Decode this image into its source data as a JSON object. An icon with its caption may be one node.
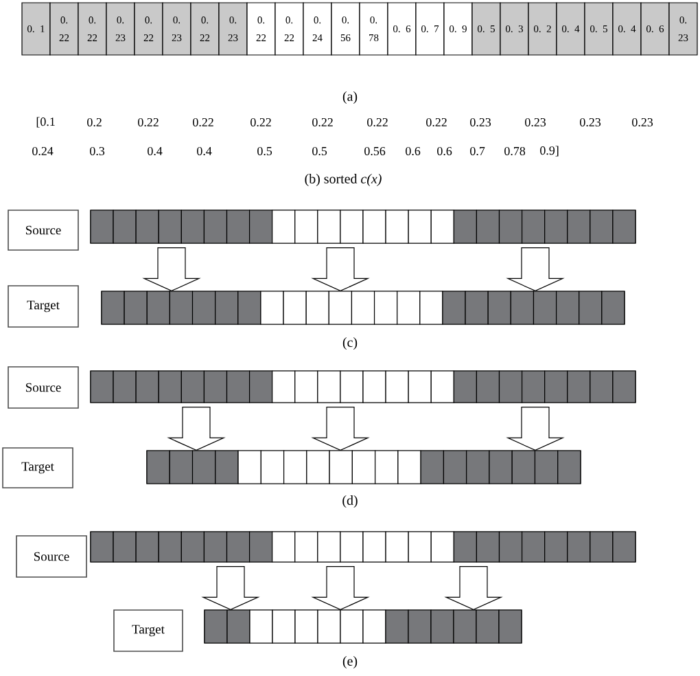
{
  "diagram": {
    "nodes": [
      {
        "text": [
          "0. 1"
        ]
      },
      {
        "text": [
          "0. 22"
        ]
      },
      {
        "text": [
          "0. 22"
        ]
      },
      {
        "text": [
          "0. 23"
        ]
      },
      {
        "text": [
          "0. 22"
        ]
      },
      {
        "text": [
          "0. 23"
        ]
      },
      {
        "text": [
          "0. 22"
        ]
      },
      {
        "text": [
          "0. 23"
        ]
      },
      {
        "text": [
          "0. 22"
        ]
      },
      {
        "text": [
          "0. 22"
        ]
      },
      {
        "text": [
          "0. 24"
        ]
      },
      {
        "text": [
          "0. 56"
        ]
      },
      {
        "text": [
          "0. 78"
        ]
      },
      {
        "text": [
          "0. 6"
        ]
      },
      {
        "text": [
          "0. 7"
        ]
      },
      {
        "text": [
          "0. 9"
        ]
      },
      {
        "text": [
          "0. 5"
        ]
      },
      {
        "text": [
          "0. 3"
        ]
      },
      {
        "text": [
          "0. 2"
        ]
      },
      {
        "text": [
          "0. 4"
        ]
      },
      {
        "text": [
          "0. 5"
        ]
      },
      {
        "text": [
          "0. 4"
        ]
      },
      {
        "text": [
          "0. 6"
        ]
      },
      {
        "text": [
          "0. 23"
        ]
      },
      {
        "text": [
          "Source"
        ]
      },
      {
        "text": [],
        "shape": "bar"
      },
      {
        "text": [
          "Target"
        ]
      },
      {
        "text": [],
        "shape": "bar"
      },
      {
        "text": [
          "Source"
        ]
      },
      {
        "text": [],
        "shape": "bar"
      },
      {
        "text": [
          "Target"
        ]
      },
      {
        "text": [],
        "shape": "bar"
      },
      {
        "text": [
          "Source"
        ]
      },
      {
        "text": [],
        "shape": "bar"
      },
      {
        "text": [
          "Target"
        ]
      },
      {
        "text": [],
        "shape": "bar"
      }
    ],
    "edges": [
      {
        "from": 25,
        "to": 27,
        "arrow": "to"
      },
      {
        "from": 25,
        "to": 27,
        "arrow": "to"
      },
      {
        "from": 25,
        "to": 27,
        "arrow": "to"
      },
      {
        "from": 29,
        "to": 31,
        "arrow": "to"
      },
      {
        "from": 29,
        "to": 31,
        "arrow": "to"
      },
      {
        "from": 29,
        "to": 31,
        "arrow": "to"
      },
      {
        "from": 33,
        "to": 35,
        "arrow": "to"
      },
      {
        "from": 33,
        "to": 35,
        "arrow": "to"
      },
      {
        "from": 33,
        "to": 35,
        "arrow": "to"
      }
    ],
    "labels": [
      "(a)",
      "[0.1",
      "0.2",
      "0.22",
      "0.22",
      "0.22",
      "0.22",
      "0.22",
      "0.22",
      "0.23",
      "0.23",
      "0.23",
      "0.23",
      "0.24",
      "0.3",
      "0.4",
      "0.4",
      "0.5",
      "0.5",
      "0.56",
      "0.6",
      "0.6",
      "0.7",
      "0.78",
      "0.9]",
      "(b) sorted *c(x)*",
      "(c)",
      "(d)",
      "(e)"
    ]
  }
}
